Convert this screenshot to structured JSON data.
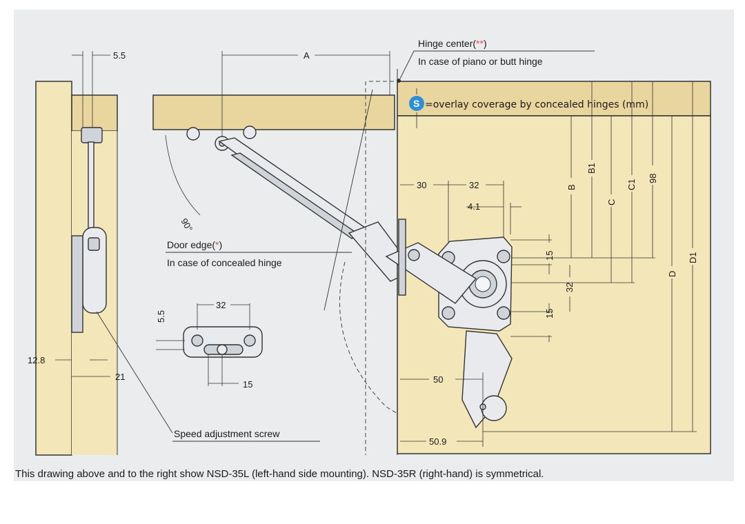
{
  "labels": {
    "hinge_center": "Hinge center(",
    "hinge_center_mark": "**",
    "hinge_center_close": ")",
    "piano_butt": "In case of piano or butt hinge",
    "s_badge": "S",
    "overlay": "=overlay coverage by concealed hinges (mm)",
    "door_edge": "Door edge(",
    "door_edge_mark": "*",
    "door_edge_close": ")",
    "concealed": "In case of concealed hinge",
    "speed_screw": "Speed adjustment screw",
    "angle": "90°"
  },
  "dimensions": {
    "top_5_5": "5.5",
    "A": "A",
    "d30": "30",
    "d32_top": "32",
    "d4_1": "4.1",
    "B": "B",
    "B1": "B1",
    "C": "C",
    "C1": "C1",
    "d98": "98",
    "D": "D",
    "D1": "D1",
    "v15a": "15",
    "v32": "32",
    "v15b": "15",
    "plate_32": "32",
    "plate_5_5": "5.5",
    "plate_15": "15",
    "d12_8": "12.8",
    "d21": "21",
    "d50": "50",
    "d50_9": "50.9"
  },
  "caption": "This drawing above and to the right show NSD-35L (left-hand side mounting). NSD-35R (right-hand) is symmetrical.",
  "colors": {
    "background": "#ebeced",
    "wood": "#f3e6b8",
    "badge": "#2e8fd6",
    "mark": "#d9534f"
  }
}
